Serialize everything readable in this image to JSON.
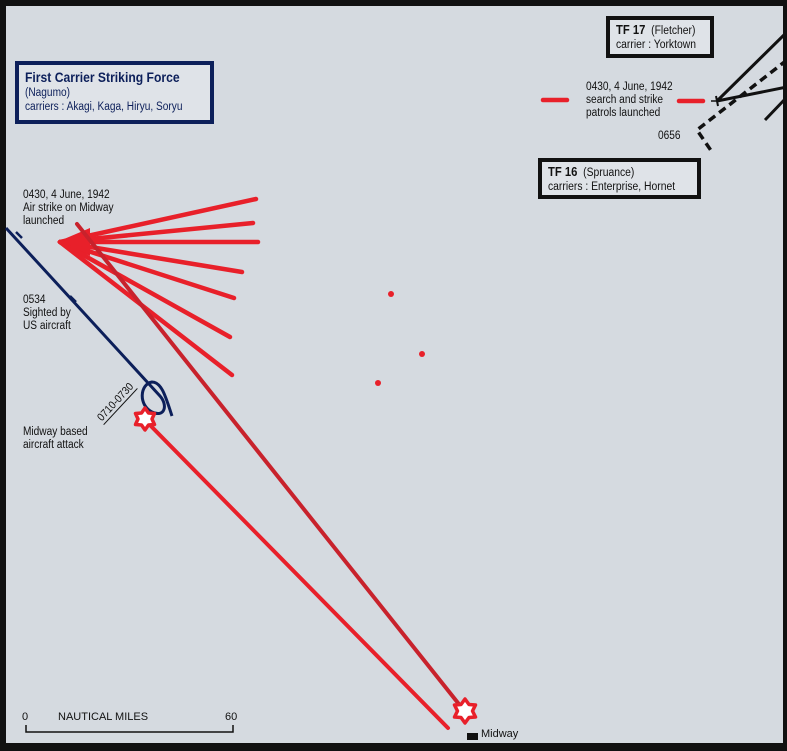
{
  "map": {
    "colors": {
      "background": "#d5dae0",
      "japanese_track": "#0c1f5a",
      "air_strike": "#e8202a",
      "air_strike_dark": "#c8222c",
      "us_track": "#111111"
    },
    "japanese_force": {
      "title": "First Carrier Striking Force",
      "commander": "(Nagumo)",
      "carriers": "carriers :  Akagi, Kaga, Hiryu, Soryu"
    },
    "tf17": {
      "name": "TF 17",
      "commander": "(Fletcher)",
      "carriers": "carrier : Yorktown"
    },
    "tf16": {
      "name": "TF 16",
      "commander": "(Spruance)",
      "carriers": "carriers : Enterprise, Hornet"
    },
    "annotations": {
      "strike_launch": [
        "0430, 4 June, 1942",
        "Air strike on Midway",
        "launched"
      ],
      "sighted": [
        "0534",
        "Sighted by",
        "US aircraft"
      ],
      "midway_attack": [
        "Midway based",
        "aircraft attack"
      ],
      "attack_time": "0710-0730",
      "us_patrols": [
        "0430, 4 June, 1942",
        "search and strike",
        "patrols launched"
      ],
      "tf16_time": "0656"
    },
    "midway": {
      "label": "Midway",
      "marker_icon": "burst-star-icon"
    },
    "scale": {
      "start": "0",
      "label": "NAUTICAL MILES",
      "end": "60"
    }
  }
}
